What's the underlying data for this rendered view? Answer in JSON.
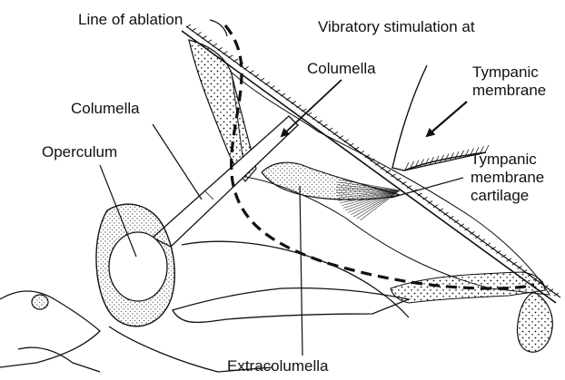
{
  "labels": {
    "line_of_ablation": "Line of ablation",
    "vibratory_stimulation": "Vibratory stimulation at",
    "columella_top": "Columella",
    "columella_left": "Columella",
    "operculum": "Operculum",
    "tympanic_membrane": [
      "Tympanic",
      "membrane"
    ],
    "tympanic_membrane_cartilage": [
      "Tympanic",
      "membrane",
      "cartilage"
    ],
    "extracolumella": "Extracolumella"
  },
  "colors": {
    "ink": "#111111",
    "background": "#ffffff"
  }
}
